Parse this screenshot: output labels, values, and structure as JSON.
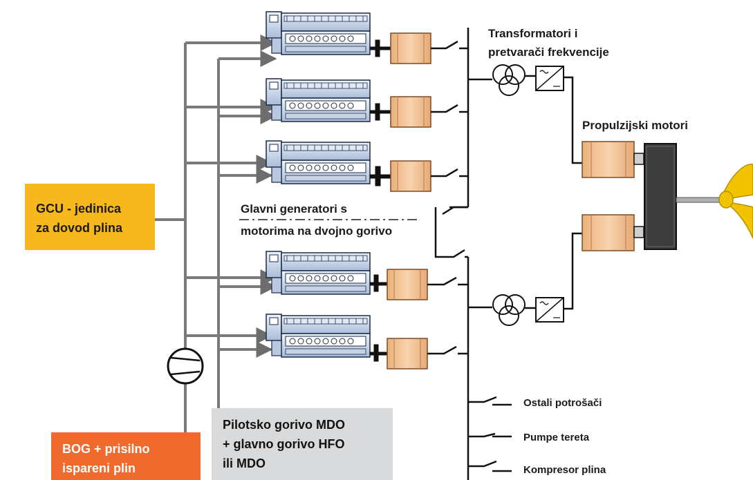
{
  "labels": {
    "transformers": [
      "Transformatori i",
      "pretvarači frekvencije"
    ],
    "propulsion_motors": "Propulzijski motori",
    "main_generators": [
      "Glavni generatori s",
      "motorima na dvojno gorivo"
    ],
    "gcu": [
      "GCU - jedinica",
      "za dovod plina"
    ],
    "bog": [
      "BOG + prisilno",
      "ispareni plin"
    ],
    "fuel": [
      "Pilotsko gorivo MDO",
      "+ glavno gorivo HFO",
      "ili MDO"
    ],
    "consumers": [
      "Ostali potrošači",
      "Pumpe tereta",
      "Kompresor plina"
    ]
  },
  "colors": {
    "gcu_box": "#f6b81c",
    "bog_box": "#ef6a2c",
    "fuel_box": "#d9dadb",
    "engine_body": "#c8d6ea",
    "generator": "#f5c79a",
    "propeller": "#f2c400",
    "pipe": "#7a7a7a",
    "line": "#111111"
  },
  "icons": [
    "diesel-engine-icon",
    "generator-icon",
    "switch-icon",
    "transformer-icon",
    "frequency-converter-icon",
    "propulsion-motor-icon",
    "gearbox-icon",
    "propeller-icon",
    "compressor-icon"
  ]
}
